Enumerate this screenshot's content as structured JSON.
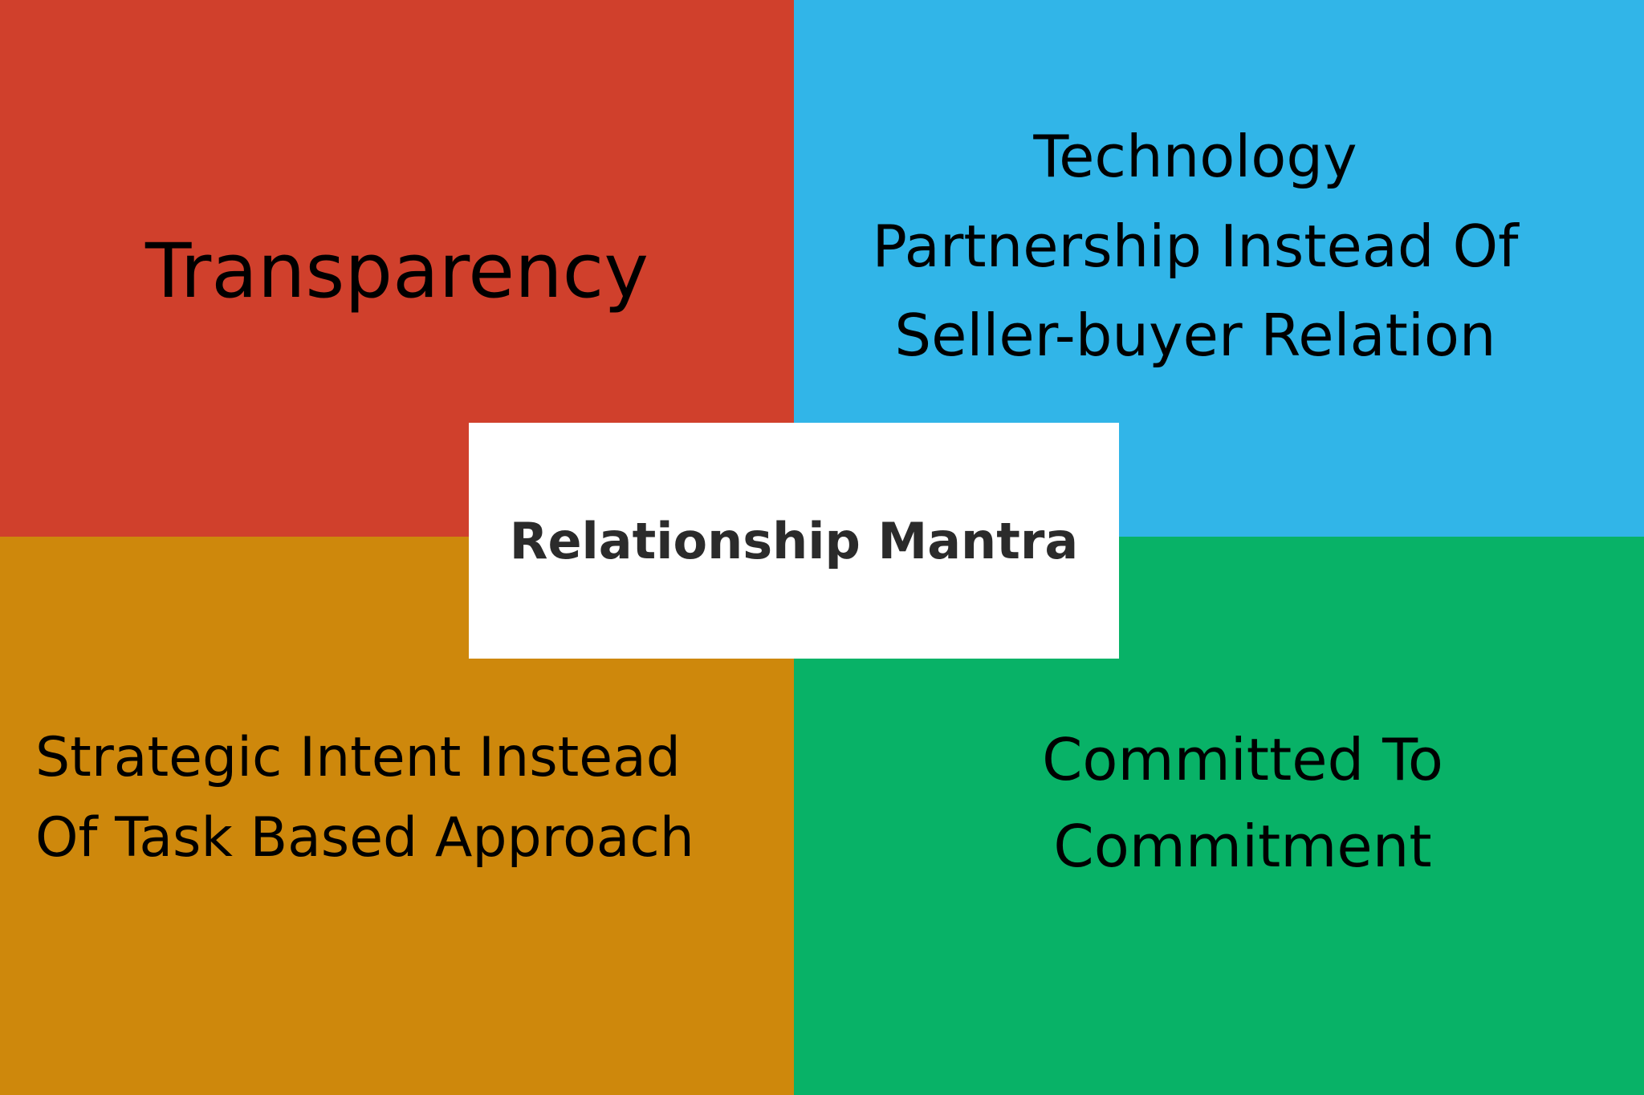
{
  "diagram": {
    "center": {
      "label": "Relationship Mantra",
      "background": "#ffffff",
      "text_color": "#2b2b2b"
    },
    "quadrants": [
      {
        "position": "top-left",
        "label": "Transparency",
        "color": "#d0402c"
      },
      {
        "position": "top-right",
        "label": "Technology\nPartnership Instead Of\nSeller-buyer Relation",
        "color": "#31b5e8"
      },
      {
        "position": "bottom-left",
        "label": "Strategic Intent Instead\nOf Task Based Approach",
        "color": "#ce880c"
      },
      {
        "position": "bottom-right",
        "label": "Committed To\nCommitment",
        "color": "#08b267"
      }
    ]
  }
}
